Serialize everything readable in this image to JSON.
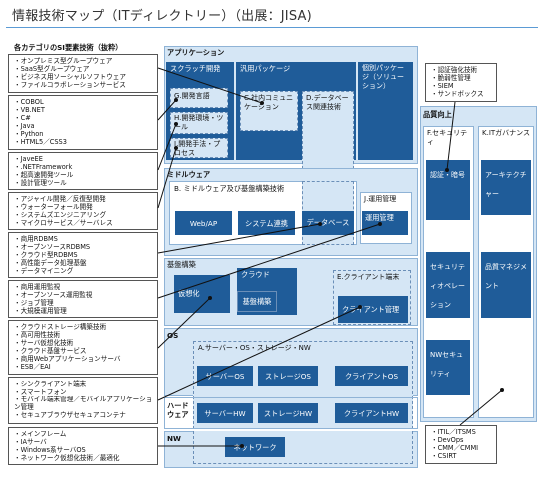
{
  "title": "情報技術マップ（ITディレクトリー）（出展：JISA)",
  "list_caption": "各カテゴリのSI要素技術（抜粋）",
  "left_lists": [
    [
      "オンプレミス型グループウェア",
      "SaaS型グループウェア",
      "ビジネス用ソーシャルソフトウェア",
      "ファイルコラボレーションサービス"
    ],
    [
      "COBOL",
      "VB.NET",
      "C#",
      "Java",
      "Python",
      "HTML5／CSS3"
    ],
    [
      "JaveEE",
      ".NETFramework",
      "超高速開発ツール",
      "設計管理ツール"
    ],
    [
      "アジャイル開発／反復型開発",
      "ウォーターフォール開発",
      "システムズエンジニアリング",
      "マイクロサービス／サーバレス"
    ],
    [
      "商用RDBMS",
      "オープンソースRDBMS",
      "クラウド型RDBMS",
      "高性能データ処理基盤",
      "データマイニング"
    ],
    [
      "商用運用監視",
      "オープンソース運用監視",
      "ジョブ管理",
      "大規模運用管理"
    ],
    [
      "クラウドストレージ構築技術",
      "高可用性技術",
      "サーバ仮想化技術",
      "クラウド基盤サービス",
      "商用Webアプリケーションサーバ",
      "ESB／EAI"
    ],
    [
      "シンクライアント端末",
      "スマートフォン",
      "モバイル端末管理／モバイルアプリケーション管理",
      "セキュアブラウザセキュアコンテナ"
    ],
    [
      "メインフレーム",
      "IAサーバ",
      "Windows系サーバOS",
      "ネットワーク仮想化技術／最適化"
    ]
  ],
  "right_lists": [
    [
      "認証強化技術",
      "脆弱性管理",
      "SIEM",
      "サンドボックス"
    ],
    [
      "ITIL／ITSMS",
      "DevOps",
      "CMM／CMMI",
      "CSIRT"
    ]
  ],
  "map": {
    "application": {
      "title": "アプリケーション",
      "scratch": "スクラッチ開発",
      "package": "汎用パッケージ",
      "individual_package": "個別パッケージ（ソリューション）",
      "g": "G.開発言語",
      "h": "H.開発環境・ツール",
      "i": "I.開発手法・プロセス",
      "c": "C.社内コミュニケーション",
      "d": "D.データベース関連技術"
    },
    "middleware": {
      "title": "ミドルウェア",
      "b": "B. ミドルウェア及び基盤構築技術",
      "j": "J.運用管理",
      "web_ap": "Web/AP",
      "integration": "システム連携",
      "database": "データベース",
      "ops": "運用管理"
    },
    "infra": {
      "title": "基盤構築",
      "cloud": "クラウド",
      "virtualization": "仮想化",
      "infra_box": "基盤構築",
      "e": "E.クライアント端末",
      "client_mgmt": "クライアント管理"
    },
    "os": {
      "title": "OS",
      "a": "A.サーバー・OS・ストレージ・NW",
      "server_os": "サーバーOS",
      "storage_os": "ストレージOS",
      "client_os": "クライアントOS"
    },
    "hardware": {
      "title": "ハード\nウェア",
      "server_hw": "サーバーHW",
      "storage_hw": "ストレージHW",
      "client_hw": "クライアントHW"
    },
    "nw": {
      "title": "NW",
      "network": "ネットワーク"
    },
    "quality": {
      "title": "品質向上",
      "f": "F.セキュリティ",
      "k": "K.ITガバナンス",
      "auth": "認証・暗号",
      "sec_ops": "セキュリティオペレーション",
      "nw_sec": "NWセキュリティ",
      "arch": "アーキテクチャー",
      "quality_mgmt": "品質マネジメント"
    }
  },
  "colors": {
    "accent": "#1f5c99",
    "region": "#d5e6f5",
    "rule": "#5b9bd5"
  }
}
